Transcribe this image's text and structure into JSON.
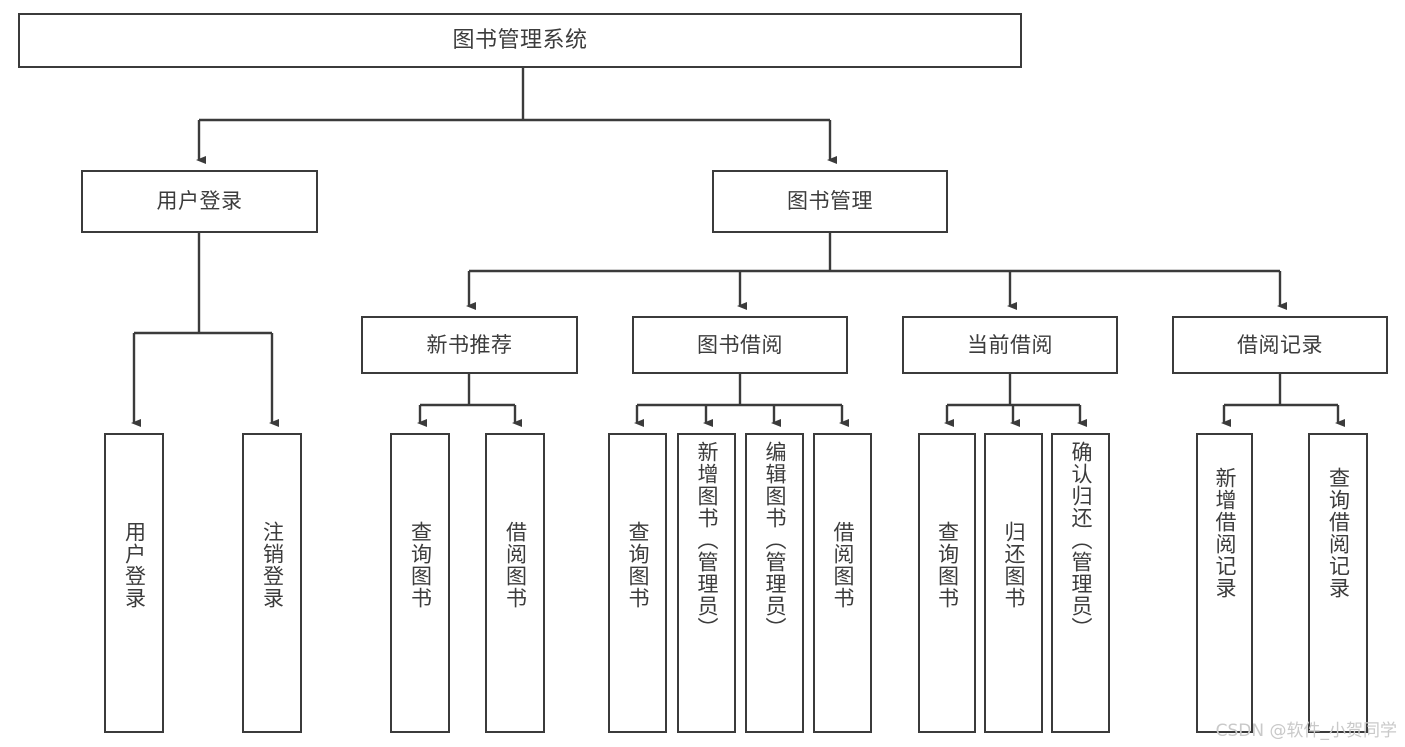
{
  "diagram": {
    "type": "tree-hierarchy",
    "title": "图书管理系统",
    "colors": {
      "box_stroke": "#3b3b3b",
      "box_fill": "#ffffff",
      "edge_stroke": "#3b3b3b",
      "text": "#3c3c3c",
      "watermark": "#c9c9c9",
      "background": "#ffffff"
    },
    "nodes": {
      "root": {
        "label": "图书管理系统"
      },
      "level2": [
        {
          "id": "user-login",
          "label": "用户登录"
        },
        {
          "id": "book-management",
          "label": "图书管理"
        }
      ],
      "level3": [
        {
          "id": "new-book-recommend",
          "label": "新书推荐"
        },
        {
          "id": "book-borrow",
          "label": "图书借阅"
        },
        {
          "id": "current-borrow",
          "label": "当前借阅"
        },
        {
          "id": "borrow-record",
          "label": "借阅记录"
        }
      ],
      "leaves": {
        "user-login": [
          {
            "id": "leaf-user-login",
            "label": "用户登录"
          },
          {
            "id": "leaf-logout-login",
            "label": "注销登录"
          }
        ],
        "new-book-recommend": [
          {
            "id": "leaf-query-book-1",
            "label": "查询图书"
          },
          {
            "id": "leaf-borrow-book-1",
            "label": "借阅图书"
          }
        ],
        "book-borrow": [
          {
            "id": "leaf-query-book-2",
            "label": "查询图书"
          },
          {
            "id": "leaf-add-book",
            "label": "新增图书（管理员）"
          },
          {
            "id": "leaf-edit-book",
            "label": "编辑图书（管理员）"
          },
          {
            "id": "leaf-borrow-book-2",
            "label": "借阅图书"
          }
        ],
        "current-borrow": [
          {
            "id": "leaf-query-book-3",
            "label": "查询图书"
          },
          {
            "id": "leaf-return-book",
            "label": "归还图书"
          },
          {
            "id": "leaf-confirm-return",
            "label": "确认归还（管理员）"
          }
        ],
        "borrow-record": [
          {
            "id": "leaf-add-record",
            "label": "新增借阅记录"
          },
          {
            "id": "leaf-query-record",
            "label": "查询借阅记录"
          }
        ]
      }
    },
    "watermark": "CSDN @软件_小贺同学"
  }
}
